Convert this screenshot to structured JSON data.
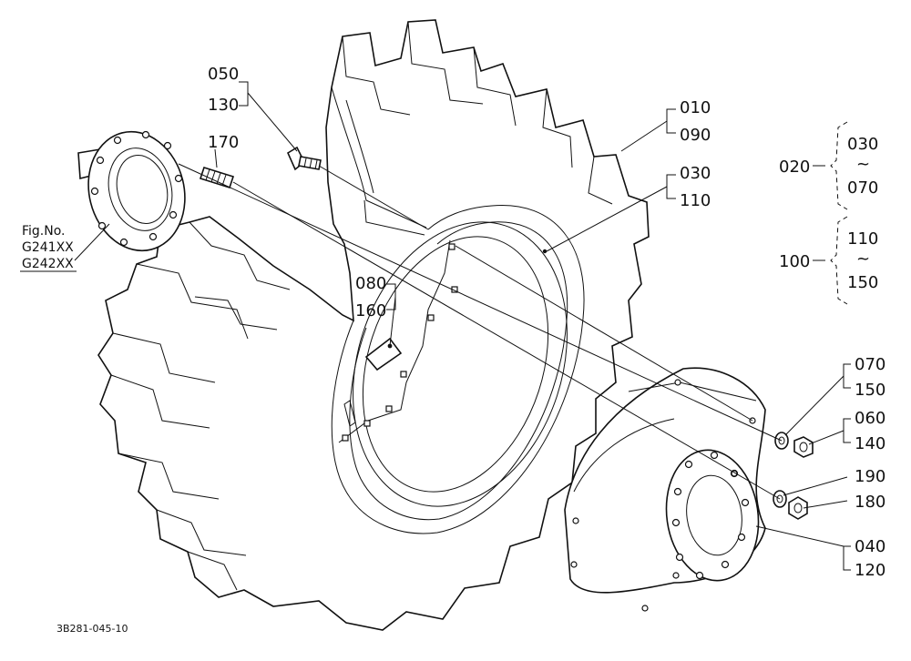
{
  "callouts": {
    "c050": "050",
    "c130": "130",
    "c170": "170",
    "c010": "010",
    "c090": "090",
    "c030": "030",
    "c110": "110",
    "c080": "080",
    "c160": "160",
    "c070": "070",
    "c150": "150",
    "c060": "060",
    "c140": "140",
    "c190": "190",
    "c180": "180",
    "c040": "040",
    "c120": "120"
  },
  "group_legend": {
    "g1": {
      "parent": "020",
      "from": "030",
      "tilde": "~",
      "to": "070"
    },
    "g2": {
      "parent": "100",
      "from": "110",
      "tilde": "~",
      "to": "150"
    }
  },
  "fig_ref": {
    "line1": "Fig.No.",
    "line2": "G241XX",
    "line3": "G242XX"
  },
  "drawing_number": "3B281-045-10"
}
